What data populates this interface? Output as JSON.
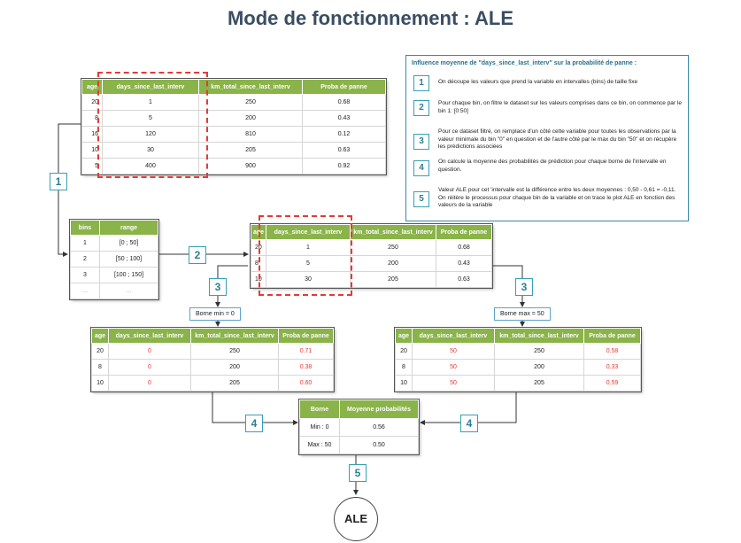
{
  "title": "Mode de fonctionnement : ALE",
  "info": {
    "title": "Influence moyenne de \"days_since_last_interv\" sur la probabilité de panne :",
    "steps": [
      {
        "n": "1",
        "text": "On découpe les valeurs que prend la variable en intervalles (bins) de taille fixe"
      },
      {
        "n": "2",
        "text": "Pour chaque bin, on filtre le dataset sur les valeurs comprises dans ce bin, on commence par le bin 1: [0:50]"
      },
      {
        "n": "3",
        "text": "Pour ce dataset filtré, on remplace d'un côté cette variable pour toutes les observations par la valeur minimale du bin \"0\" en question et de l'autre côté par le max du bin \"50\" et on récupère les prédictions associées"
      },
      {
        "n": "4",
        "text": "On calcule la moyenne des probabilités de prédiction pour chaque borne de l'intervalle en question."
      },
      {
        "n": "5",
        "text": "Valeur ALE pour cet 'intervalle est la différence entre les deux moyennes : 0,50 - 0,61 = -0,11. On réitère le processus pour chaque bin de la variable et on trace le plot ALE en fonction des valeurs de la variable"
      }
    ]
  },
  "headers": [
    "age",
    "days_since_last_interv",
    "km_total_since_last_interv",
    "Proba de panne"
  ],
  "main_table": [
    [
      "20",
      "1",
      "250",
      "0.68"
    ],
    [
      "8",
      "5",
      "200",
      "0.43"
    ],
    [
      "16",
      "120",
      "810",
      "0.12"
    ],
    [
      "10",
      "30",
      "205",
      "0.63"
    ],
    [
      "5",
      "400",
      "900",
      "0.92"
    ]
  ],
  "bins_table": {
    "headers": [
      "bins",
      "range"
    ],
    "rows": [
      [
        "1",
        "[0 ; 50]"
      ],
      [
        "2",
        "[50 ; 100]"
      ],
      [
        "3",
        "[100 ; 150]"
      ],
      [
        "...",
        "..."
      ]
    ]
  },
  "filtered_table": [
    [
      "20",
      "1",
      "250",
      "0.68"
    ],
    [
      "8",
      "5",
      "200",
      "0.43"
    ],
    [
      "10",
      "30",
      "205",
      "0.63"
    ]
  ],
  "borne_min_label": "Borne min = 0",
  "borne_max_label": "Borne max = 50",
  "min_table": [
    [
      "20",
      "0",
      "250",
      "0.71"
    ],
    [
      "8",
      "0",
      "200",
      "0.38"
    ],
    [
      "10",
      "0",
      "205",
      "0.60"
    ]
  ],
  "max_table": [
    [
      "20",
      "50",
      "250",
      "0.58"
    ],
    [
      "8",
      "50",
      "200",
      "0.33"
    ],
    [
      "10",
      "50",
      "205",
      "0.59"
    ]
  ],
  "borne_table": {
    "headers": [
      "Borne",
      "Moyenne probabilités"
    ],
    "rows": [
      [
        "Min : 0",
        "0.56"
      ],
      [
        "Max : 50",
        "0.50"
      ]
    ]
  },
  "step_labels": {
    "s1": "1",
    "s2": "2",
    "s3": "3",
    "s4": "4",
    "s5": "5"
  },
  "ale_label": "ALE"
}
